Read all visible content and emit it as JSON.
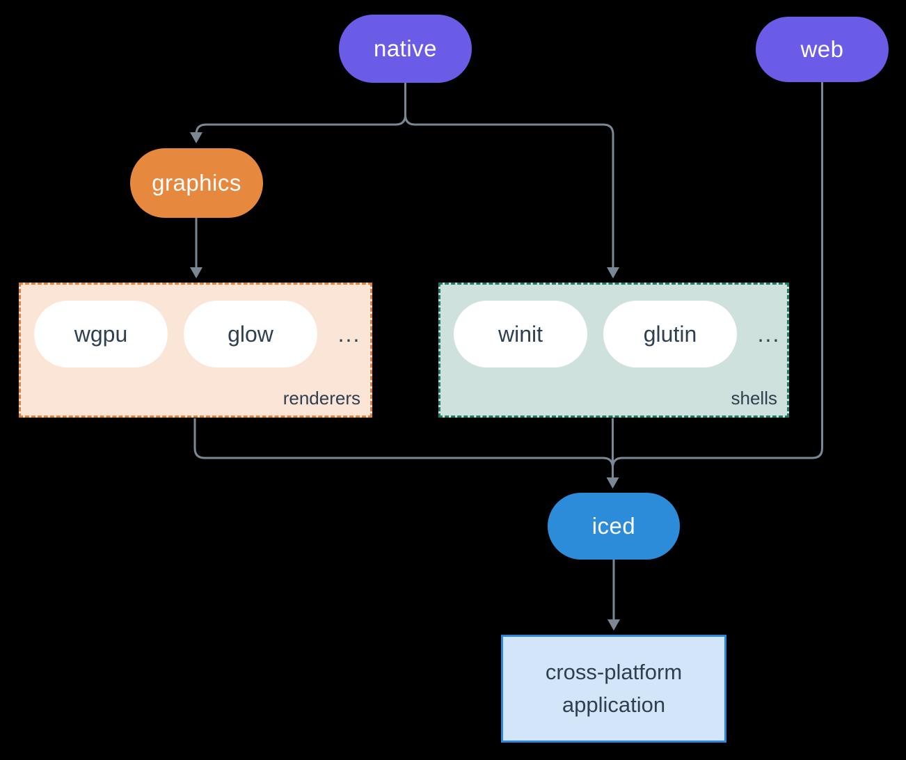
{
  "diagram": {
    "title_context": "iced ecosystem diagram",
    "nodes": {
      "native": {
        "label": "native"
      },
      "web": {
        "label": "web"
      },
      "graphics": {
        "label": "graphics"
      },
      "iced": {
        "label": "iced"
      },
      "app": {
        "line1": "cross-platform",
        "line2": "application"
      }
    },
    "groups": {
      "renderers": {
        "label": "renderers",
        "items": [
          "wgpu",
          "glow"
        ],
        "ellipsis": "..."
      },
      "shells": {
        "label": "shells",
        "items": [
          "winit",
          "glutin"
        ],
        "ellipsis": "..."
      }
    },
    "edges": [
      {
        "from": "native",
        "to": "graphics"
      },
      {
        "from": "native",
        "to": "shells"
      },
      {
        "from": "graphics",
        "to": "renderers"
      },
      {
        "from": "renderers",
        "to": "iced"
      },
      {
        "from": "shells",
        "to": "iced"
      },
      {
        "from": "web",
        "to": "iced"
      },
      {
        "from": "iced",
        "to": "cross-platform application"
      }
    ],
    "colors": {
      "background": "#000000",
      "platform_node": "#6b5ce8",
      "graphics_node": "#e6883d",
      "iced_node": "#2d8cda",
      "renderers_fill": "#fae5d6",
      "renderers_border": "#e0813c",
      "shells_fill": "#cfe1dc",
      "shells_border": "#1f7a68",
      "app_fill": "#d3e5f8",
      "app_border": "#2e86de",
      "connector": "#7a8795",
      "dark_text": "#2e3f50",
      "light_text": "#ffffff"
    }
  }
}
